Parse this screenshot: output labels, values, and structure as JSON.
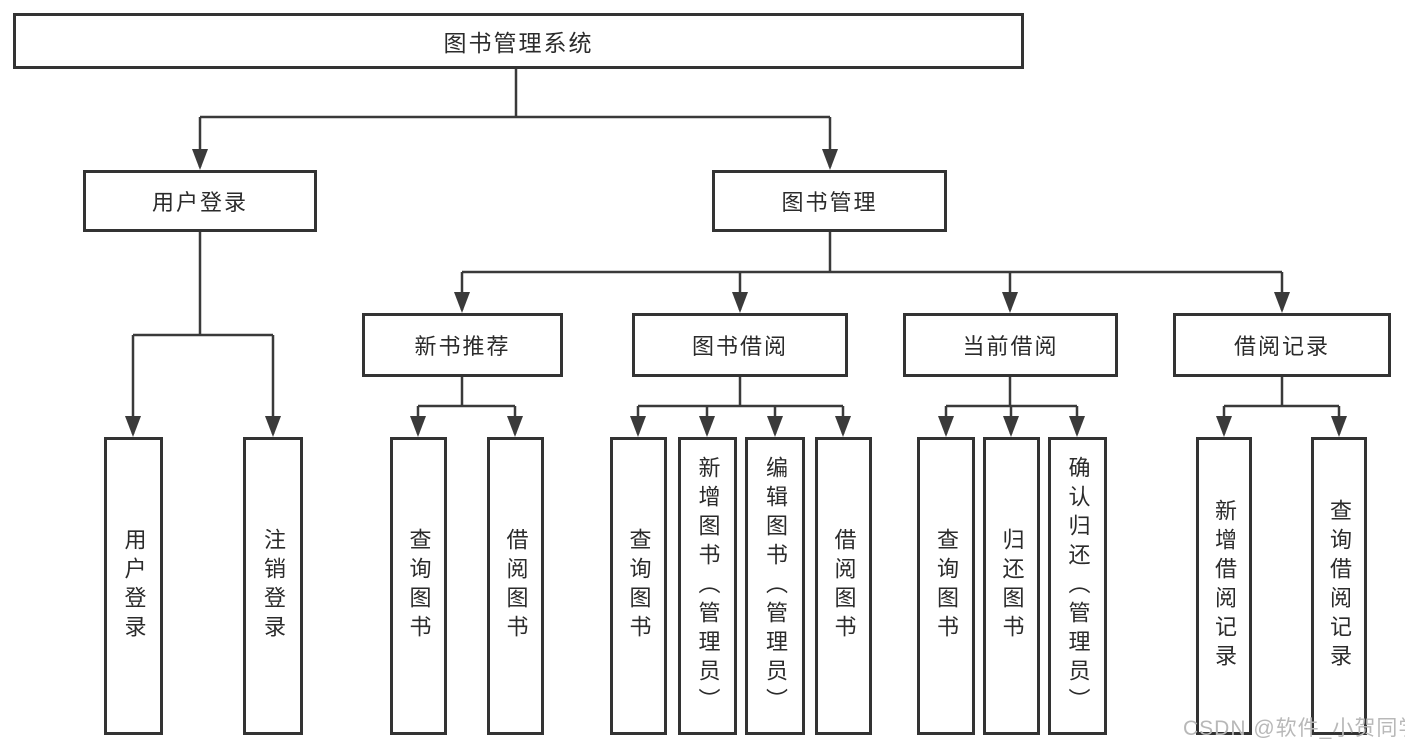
{
  "diagram": {
    "type": "hierarchy-tree",
    "colors": {
      "line": "#3a3a3a",
      "box_border": "#333333",
      "text": "#2b2b2b",
      "background": "#ffffff",
      "watermark": "#b8b8b8"
    },
    "tree": {
      "label": "图书管理系统",
      "children": [
        {
          "label": "用户登录",
          "children": [
            {
              "label": "用户登录"
            },
            {
              "label": "注销登录"
            }
          ]
        },
        {
          "label": "图书管理",
          "children": [
            {
              "label": "新书推荐",
              "children": [
                {
                  "label": "查询图书"
                },
                {
                  "label": "借阅图书"
                }
              ]
            },
            {
              "label": "图书借阅",
              "children": [
                {
                  "label": "查询图书"
                },
                {
                  "label": "新增图书（管理员）"
                },
                {
                  "label": "编辑图书（管理员）"
                },
                {
                  "label": "借阅图书"
                }
              ]
            },
            {
              "label": "当前借阅",
              "children": [
                {
                  "label": "查询图书"
                },
                {
                  "label": "归还图书"
                },
                {
                  "label": "确认归还（管理员）"
                }
              ]
            },
            {
              "label": "借阅记录",
              "children": [
                {
                  "label": "新增借阅记录"
                },
                {
                  "label": "查询借阅记录"
                }
              ]
            }
          ]
        }
      ]
    }
  },
  "watermark": {
    "text": "CSDN @软件_小贺同学"
  }
}
